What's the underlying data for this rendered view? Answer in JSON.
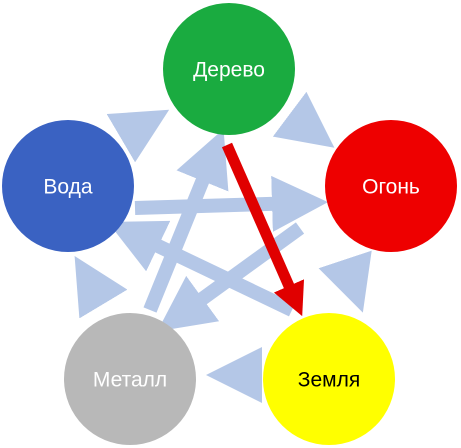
{
  "nodes": {
    "derevo": {
      "label": "Дерево",
      "fill": "#1aab40",
      "text_color": "#ffffff"
    },
    "ogon": {
      "label": "Огонь",
      "fill": "#ee0000",
      "text_color": "#ffffff"
    },
    "zemlya": {
      "label": "Земля",
      "fill": "#ffff00",
      "text_color": "#000000"
    },
    "metall": {
      "label": "Металл",
      "fill": "#b8b8b8",
      "text_color": "#ffffff"
    },
    "voda": {
      "label": "Вода",
      "fill": "#3a62c2",
      "text_color": "#ffffff"
    }
  },
  "colors": {
    "cycle_arrow": "#b4c7e7",
    "highlight_arrow": "#e00000"
  }
}
